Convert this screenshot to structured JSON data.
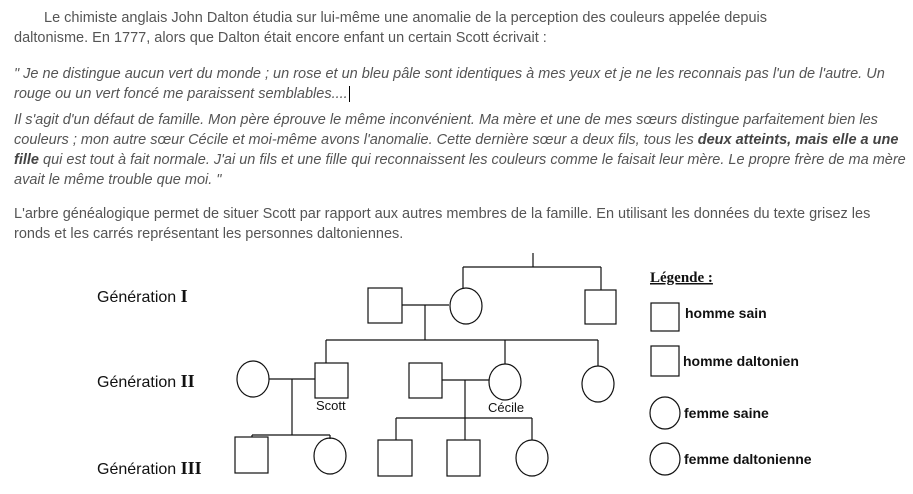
{
  "intro": {
    "line1": "Le chimiste anglais John Dalton étudia sur lui-même une anomalie de la perception des couleurs appelée depuis",
    "line2": "daltonisme. En 1777, alors que Dalton était encore enfant un certain Scott écrivait :"
  },
  "quote": {
    "part1": "\"  Je ne distingue aucun vert du monde ; un rose et un bleu pâle sont identiques à mes yeux et je ne les reconnais pas l'un de l'autre. Un rouge ou un vert foncé me paraissent semblables....",
    "part2a": "Il s'agit d'un défaut de famille. Mon père éprouve le même inconvénient. Ma mère et une de mes sœurs distingue parfaitement bien les couleurs ; mon autre sœur Cécile et moi-même avons l'anomalie. Cette dernière sœur a deux fils, tous les ",
    "part2b": "deux atteints, mais elle a une fille",
    "part2c": " qui est tout à fait normale. J'ai un fils et une fille qui reconnaissent les couleurs comme le faisait leur mère. Le propre frère de ma mère avait le même trouble que moi. \""
  },
  "instruction": "L'arbre généalogique permet de situer Scott par rapport aux autres membres de la famille. En utilisant les données du texte grisez les ronds et les carrés  représentant les personnes daltoniennes.",
  "pedigree": {
    "generations": [
      {
        "label": "Génération",
        "numeral": "I"
      },
      {
        "label": "Génération",
        "numeral": "II"
      },
      {
        "label": "Génération",
        "numeral": "III"
      }
    ],
    "names": {
      "scott": "Scott",
      "cecile": "Cécile"
    }
  },
  "legend": {
    "title": "Légende :",
    "items": [
      "homme sain",
      "homme daltonien",
      "femme saine",
      "femme daltonienne"
    ]
  }
}
